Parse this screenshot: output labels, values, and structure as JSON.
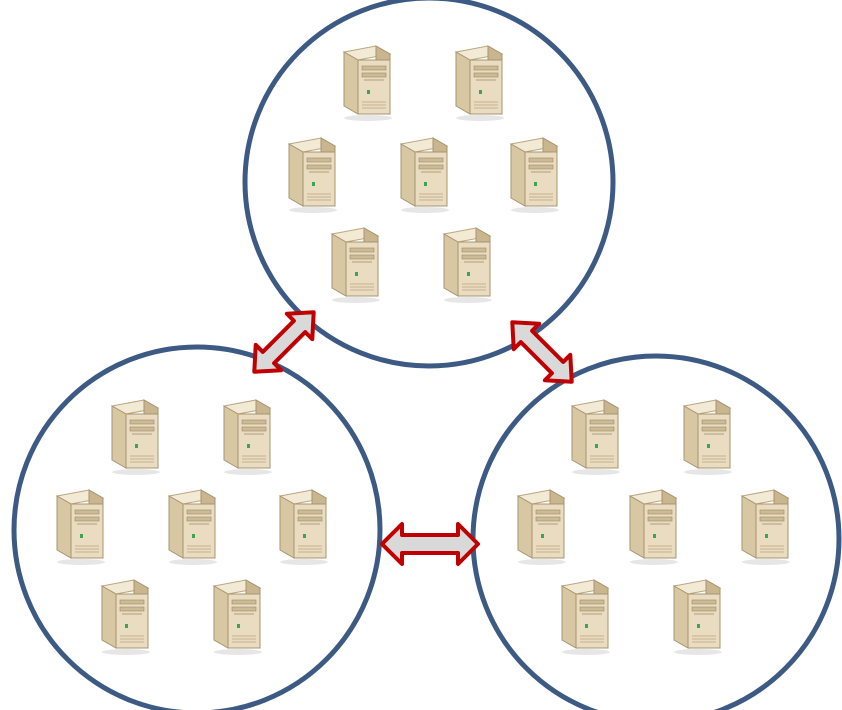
{
  "diagram": {
    "clusters": [
      {
        "name": "top",
        "servers": 7
      },
      {
        "name": "bottom-left",
        "servers": 7
      },
      {
        "name": "bottom-right",
        "servers": 7
      }
    ],
    "links": [
      {
        "from": "top",
        "to": "bottom-left",
        "style": "double-arrow"
      },
      {
        "from": "top",
        "to": "bottom-right",
        "style": "double-arrow"
      },
      {
        "from": "bottom-left",
        "to": "bottom-right",
        "style": "double-arrow"
      }
    ],
    "icon": "server-tower-icon",
    "colors": {
      "circle_stroke": "#3d5a84",
      "arrow_stroke": "#c00000",
      "arrow_fill": "#d9d9d9",
      "server_body": "#e9dcc0",
      "server_side": "#c9b68f",
      "server_top": "#f3ead6",
      "server_led": "#3aa655"
    }
  }
}
